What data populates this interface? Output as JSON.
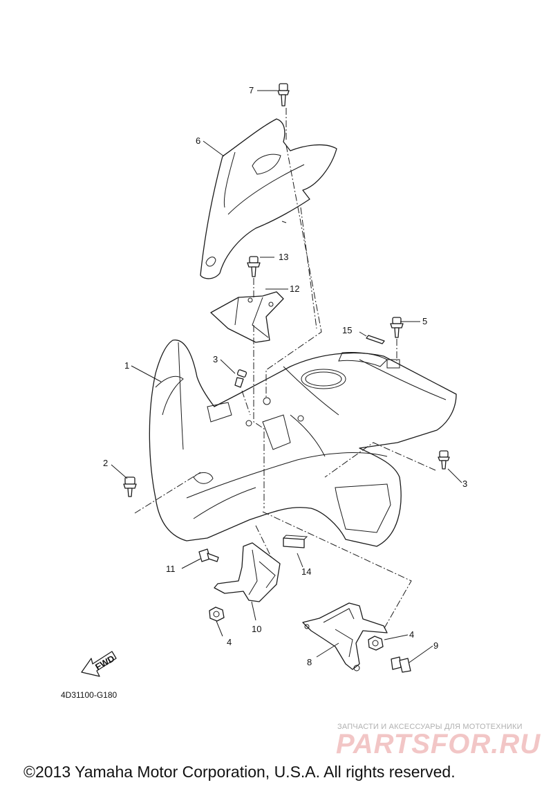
{
  "callouts": {
    "c1": "1",
    "c2": "2",
    "c3a": "3",
    "c3b": "3",
    "c4a": "4",
    "c4b": "4",
    "c5": "5",
    "c6": "6",
    "c7": "7",
    "c8": "8",
    "c9": "9",
    "c10": "10",
    "c11": "11",
    "c12": "12",
    "c13": "13",
    "c14": "14",
    "c15": "15"
  },
  "fwd_label": "FWD",
  "diagram_code": "4D31100-G180",
  "watermark": {
    "tagline": "ЗАПЧАСТИ И АКСЕССУАРЫ ДЛЯ МОТОТЕХНИКИ",
    "site": "PARTSFOR.RU"
  },
  "copyright": "©2013 Yamaha Motor Corporation, U.S.A. All rights reserved.",
  "colors": {
    "line": "#1a1a1a",
    "watermark": "#f2c6c6"
  }
}
